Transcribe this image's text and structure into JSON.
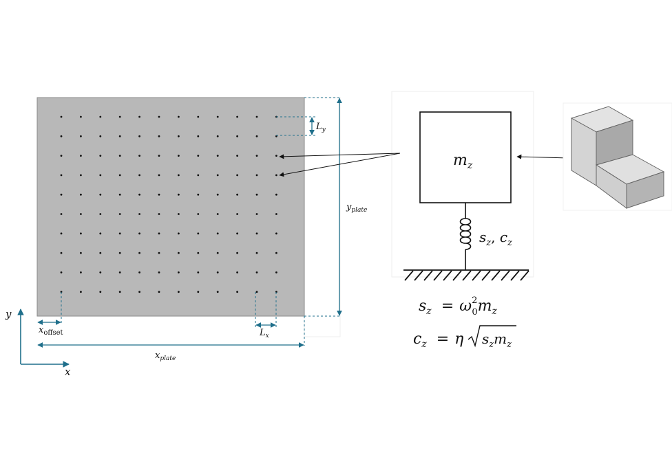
{
  "plate": {
    "fill": "#b8b8b8",
    "grid_cols": 12,
    "grid_rows": 10
  },
  "labels": {
    "y_axis": "y",
    "x_axis": "x",
    "x_offset_main": "x",
    "x_offset_sub": "offset",
    "x_plate_main": "x",
    "x_plate_sub": "plate",
    "y_plate_main": "y",
    "y_plate_sub": "plate",
    "lx_main": "L",
    "lx_sub": "x",
    "ly_main": "L",
    "ly_sub": "y",
    "mass_main": "m",
    "mass_sub": "z",
    "spring_s": "s",
    "spring_s_sub": "z",
    "spring_comma": ", ",
    "spring_c": "c",
    "spring_c_sub": "z"
  },
  "equations": {
    "eq1_lhs": "s",
    "eq1_lhs_sub": "z",
    "eq1_eq": "=",
    "eq1_omega": "ω",
    "eq1_omega_sup": "2",
    "eq1_omega_sub": "0",
    "eq1_m": "m",
    "eq1_m_sub": "z",
    "eq2_lhs": "c",
    "eq2_lhs_sub": "z",
    "eq2_eq": "=",
    "eq2_eta": "η",
    "eq2_s": "s",
    "eq2_s_sub": "z",
    "eq2_m": "m",
    "eq2_m_sub": "z"
  },
  "colors": {
    "dimension": "#1f6f8b",
    "ink": "#111111"
  }
}
